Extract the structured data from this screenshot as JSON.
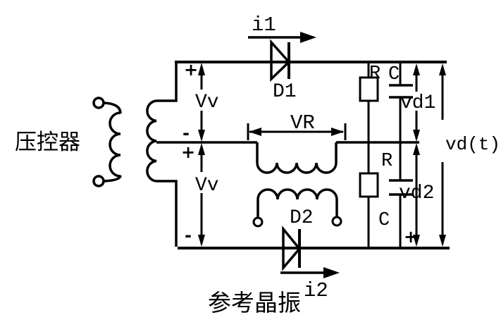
{
  "circuit": {
    "left_label": "压控器",
    "bottom_label": "参考晶振",
    "labels": {
      "i1": "i1",
      "i2": "i2",
      "D1": "D1",
      "D2": "D2",
      "Vv_upper": "Vv",
      "Vv_lower": "Vv",
      "VR": "VR",
      "R_upper": "R",
      "C_upper": "C",
      "R_lower": "R",
      "C_lower": "C",
      "vd1": "vd1",
      "vd2": "vd2",
      "vdt": "vd(t)"
    },
    "polarity_marks": {
      "top_left_plus": "+",
      "mid_left_minus": "-",
      "mid_left_plus": "+",
      "bottom_left_minus": "-",
      "bottom_right_plus": "+"
    },
    "colors": {
      "ink": "#000000",
      "background": "#ffffff"
    }
  }
}
